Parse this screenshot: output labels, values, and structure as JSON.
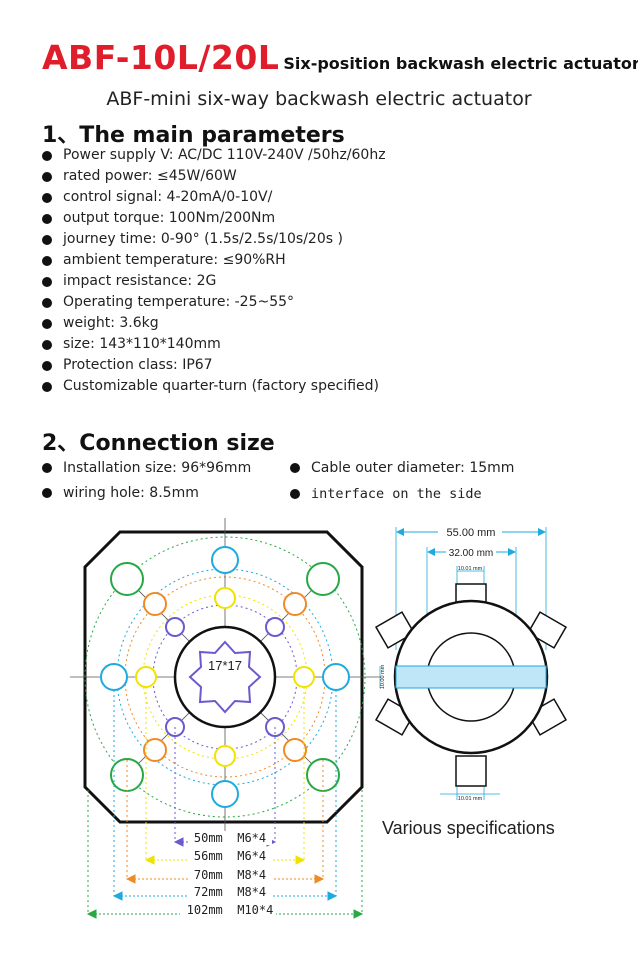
{
  "header": {
    "title_main": "ABF-10L/20L",
    "title_sub": "Six-position backwash electric actuator",
    "subtitle": "ABF-mini six-way backwash electric actuator"
  },
  "sections": {
    "params_title": "1、The main parameters",
    "conn_title": "2、Connection size"
  },
  "params": [
    "Power supply V: AC/DC 110V-240V /50hz/60hz",
    "rated power: ≤45W/60W",
    "control signal: 4-20mA/0-10V/",
    "output torque: 100Nm/200Nm",
    "journey time: 0-90° (1.5s/2.5s/10s/20s )",
    "ambient temperature: ≤90%RH",
    "impact resistance: 2G",
    "Operating temperature: -25~55°",
    "weight: 3.6kg",
    "size: 143*110*140mm",
    "Protection class: IP67",
    "Customizable quarter-turn (factory specified)"
  ],
  "connection": {
    "install": "Installation size: 96*96mm",
    "cable": "Cable outer diameter: 15mm",
    "wiring": "wiring hole: 8.5mm",
    "interface": "interface on the side"
  },
  "flange": {
    "center_label": "17*17",
    "dims": [
      {
        "label": "50mm  M6*4",
        "color": "#6a5acd"
      },
      {
        "label": "56mm  M6*4",
        "color": "#f2e200"
      },
      {
        "label": "70mm  M8*4",
        "color": "#f08a24"
      },
      {
        "label": "72mm  M8*4",
        "color": "#1eaadf"
      },
      {
        "label": "102mm  M10*4",
        "color": "#27a844"
      }
    ]
  },
  "shaft": {
    "dim_outer": "55.00 mm",
    "dim_inner": "32.00 mm",
    "dim_key_top": "10.01 mm",
    "dim_key_side": "10.00 mm",
    "dim_key_bottom": "10.01 mm",
    "caption": "Various specifications",
    "accent": "#bfe6f7"
  }
}
